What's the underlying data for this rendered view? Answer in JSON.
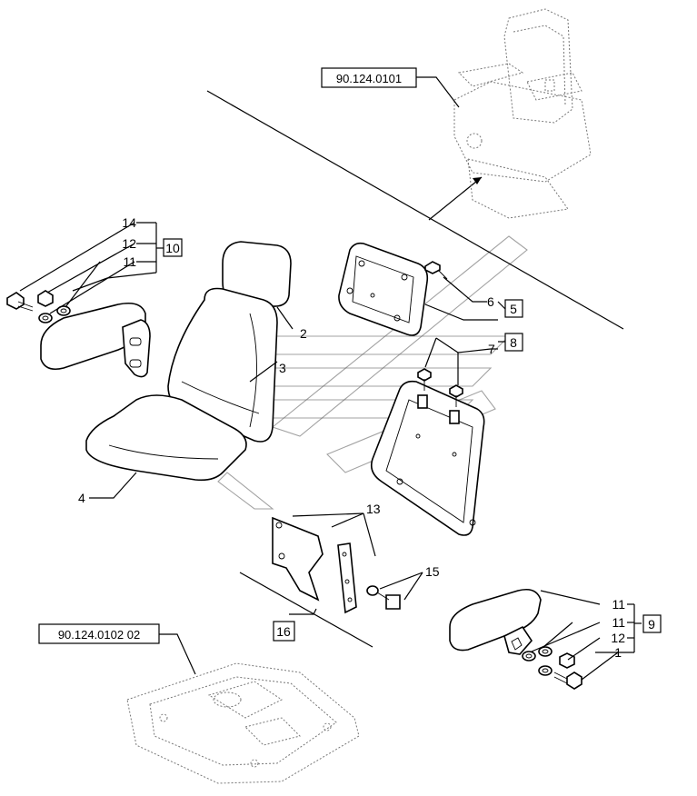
{
  "references": {
    "seat_assembly": "90.124.0101",
    "seat_base": "90.124.0102 02"
  },
  "callouts": {
    "c1": "1",
    "c2": "2",
    "c3": "3",
    "c4": "4",
    "c6": "6",
    "c7": "7",
    "c11a": "11",
    "c12a": "12",
    "c14": "14",
    "c11b": "11",
    "c11c": "11",
    "c12b": "12",
    "c13": "13",
    "c15": "15"
  },
  "boxed_labels": {
    "b5": "5",
    "b8": "8",
    "b9": "9",
    "b10": "10",
    "b16": "16"
  }
}
